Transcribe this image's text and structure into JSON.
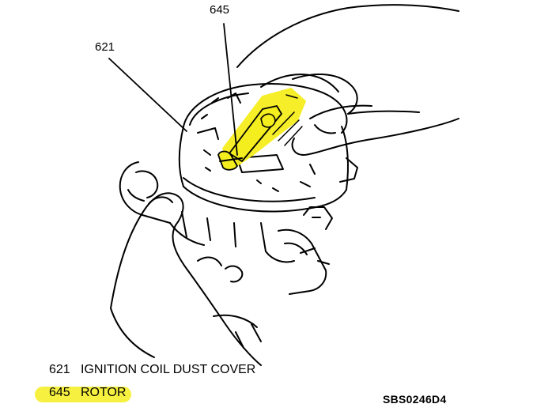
{
  "callouts": {
    "rotor_number": "645",
    "cover_number": "621"
  },
  "legend": [
    {
      "number": "621",
      "label": "IGNITION COIL DUST COVER"
    },
    {
      "number": "645",
      "label": "ROTOR"
    }
  ],
  "figure_id": "SBS0246D4",
  "colors": {
    "highlight": "#f5ee1e",
    "line": "#000000",
    "background": "#ffffff"
  }
}
